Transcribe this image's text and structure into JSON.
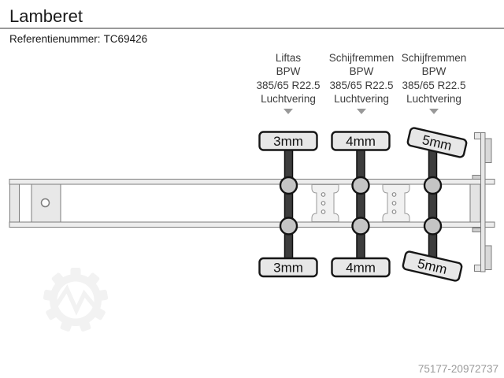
{
  "header": {
    "title": "Lamberet",
    "reference_label": "Referentienummer:",
    "reference_value": "TC69426"
  },
  "axles": [
    {
      "feature": "Liftas",
      "brand": "BPW",
      "tire_size": "385/65 R22.5",
      "suspension": "Luchtvering",
      "tread_top": "3mm",
      "tread_bottom": "3mm"
    },
    {
      "feature": "Schijfremmen",
      "brand": "BPW",
      "tire_size": "385/65 R22.5",
      "suspension": "Luchtvering",
      "tread_top": "4mm",
      "tread_bottom": "4mm"
    },
    {
      "feature": "Schijfremmen",
      "brand": "BPW",
      "tire_size": "385/65 R22.5",
      "suspension": "Luchtvering",
      "tread_top": "5mm",
      "tread_bottom": "5mm"
    }
  ],
  "diagram": {
    "type": "trailer-chassis-top-view",
    "axle_count": 3,
    "steered_axle_index": 3
  },
  "icons": {
    "column_marker": "triangle-down",
    "watermark": "gear-m-logo"
  },
  "colors": {
    "axle_bar": "#3d3d3d",
    "tire_fill": "#e7e7e7",
    "rail_fill": "#ededed",
    "rail_stroke": "#7d7d7d",
    "marker_gray": "#999999",
    "muted_text": "#9b9b9b",
    "watermark_gray": "#f2f2f2"
  },
  "footer": {
    "listing_id": "75177-20972737"
  }
}
